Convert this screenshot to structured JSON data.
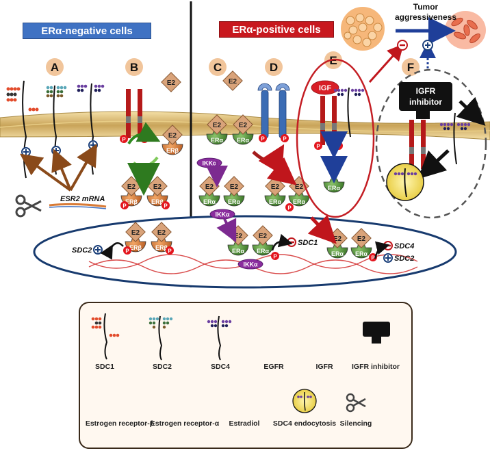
{
  "header": {
    "negative_label": "ERα-negative cells",
    "positive_label": "ERα-positive cells",
    "tumor_line1": "Tumor",
    "tumor_line2": "aggressiveness"
  },
  "panels": {
    "a": "A",
    "b": "B",
    "c": "C",
    "d": "D",
    "e": "E",
    "f": "F"
  },
  "molecules": {
    "e2": "E2",
    "er_alpha": "ERα",
    "er_beta": "ERβ",
    "ikk": "IKKα",
    "igf": "IGF",
    "igfr_inhibitor_l1": "IGFR",
    "igfr_inhibitor_l2": "inhibitor",
    "p": "P",
    "esr2_mrna": "ESR2 mRNA"
  },
  "genes": {
    "sdc1": "SDC1",
    "sdc2": "SDC2",
    "sdc4": "SDC4"
  },
  "legend": {
    "sdc1": "SDC1",
    "sdc2": "SDC2",
    "sdc4": "SDC4",
    "egfr": "EGFR",
    "igfr": "IGFR",
    "igfr_inhibitor": "IGFR inhibitor",
    "er_beta": "Estrogen receptor-β",
    "er_alpha": "Estrogen receptor-α",
    "estradiol": "Estradiol",
    "sdc4_endocytosis": "SDC4 endocytosis",
    "silencing": "Silencing"
  },
  "colors": {
    "er_alpha": "#4f8a2f",
    "er_beta": "#d7762d",
    "e2": "#d9a37a",
    "igfr": "#b51a1a",
    "egfr": "#3b6cb4",
    "p": "#e3151d",
    "ikk": "#8a2d9e",
    "membrane": "#c9a45a"
  }
}
